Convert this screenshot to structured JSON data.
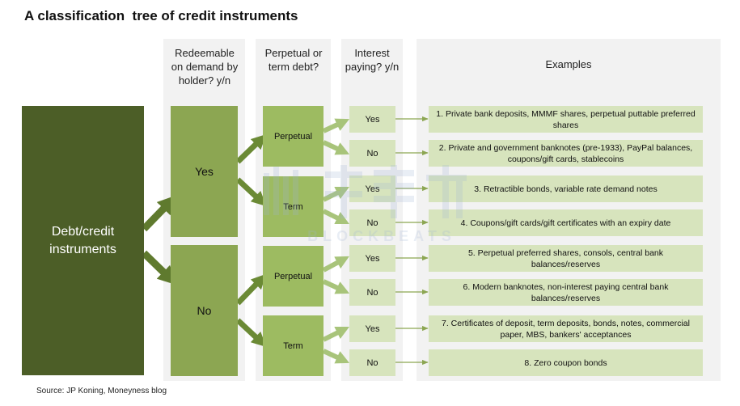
{
  "title": "A classification  tree of credit instruments",
  "headers": {
    "redeemable": "Redeemable on demand by holder? y/n",
    "perpetual": "Perpetual or term debt?",
    "interest": "Interest paying? y/n",
    "examples": "Examples"
  },
  "root": "Debt/credit instruments",
  "level1": {
    "yes": "Yes",
    "no": "No"
  },
  "level2": {
    "yes_perpetual": "Perpetual",
    "yes_term": "Term",
    "no_perpetual": "Perpetual",
    "no_term": "Term"
  },
  "level3": [
    "Yes",
    "No",
    "Yes",
    "No",
    "Yes",
    "No",
    "Yes",
    "No"
  ],
  "examples": [
    "1. Private bank deposits, MMMF shares, perpetual puttable preferred shares",
    "2. Private and government banknotes (pre-1933), PayPal balances, coupons/gift cards, stablecoins",
    "3. Retractible bonds, variable rate demand notes",
    "4. Coupons/gift cards/gift certificates with an expiry date",
    "5. Perpetual preferred shares, consols, central bank balances/reserves",
    "6. Modern banknotes, non-interest paying central bank balances/reserves",
    "7. Certificates of deposit, term deposits, bonds, notes, commercial paper, MBS, bankers' acceptances",
    "8. Zero coupon bonds"
  ],
  "source": "Source: JP Koning, Moneyness blog",
  "watermark_text": "BLOCKBEATS",
  "colors": {
    "root": "#4c5e27",
    "level1": "#8ca652",
    "level2": "#9dbb61",
    "level3": "#d7e4bd",
    "arrow_dark": "#5f7a2e",
    "arrow_light": "#a8c47a",
    "column_bg": "#f2f2f2"
  }
}
